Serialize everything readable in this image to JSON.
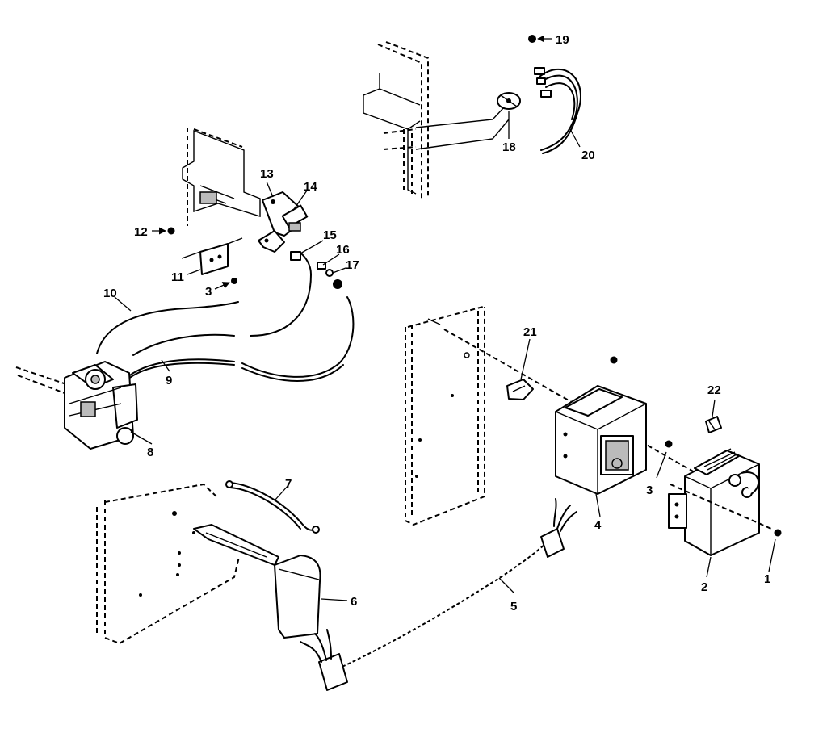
{
  "callouts": {
    "c1": "1",
    "c2": "2",
    "c3a": "3",
    "c3b": "3",
    "c4": "4",
    "c5": "5",
    "c6": "6",
    "c7": "7",
    "c8": "8",
    "c9": "9",
    "c10": "10",
    "c11": "11",
    "c12": "12",
    "c13": "13",
    "c14": "14",
    "c15": "15",
    "c16": "16",
    "c17": "17",
    "c18": "18",
    "c19": "19",
    "c20": "20",
    "c21": "21",
    "c22": "22"
  }
}
